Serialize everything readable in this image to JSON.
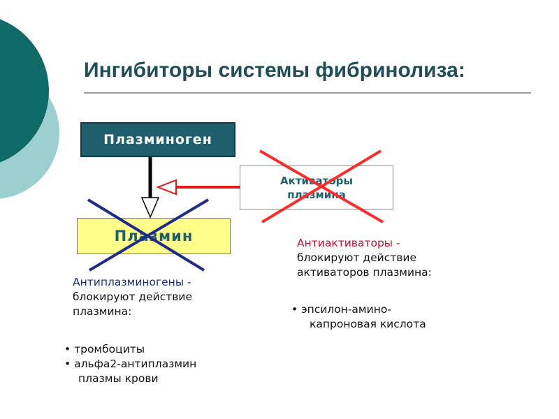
{
  "slide": {
    "title": "Ингибиторы системы фибринолиза:",
    "colors": {
      "teal_dark": "#1f5f6d",
      "teal_light": "#9ccfd0",
      "yellow": "#ffff8a",
      "red_cross": "#ff2a2a",
      "blue_cross": "#1e2a8c",
      "red_arrow": "#e01a1a"
    }
  },
  "diagram": {
    "plasminogen_label": "Плазминоген",
    "activators_line1": "Активаторы",
    "activators_line2": "плазмина",
    "plasmin_label": "Плазмин"
  },
  "antiplasminogens": {
    "head": "Антиплазминогены -",
    "line2": "блокируют действие",
    "line3": "плазмина:",
    "bullets": [
      {
        "line1": "тромбоциты"
      },
      {
        "line1": "альфа2-антиплазмин",
        "line2": "плазмы крови"
      }
    ]
  },
  "antiactivators": {
    "head": "Антиактиваторы -",
    "line2": "блокируют действие",
    "line3": "активаторов плазмина:",
    "bullets": [
      {
        "line1": "эпсилон-амино-",
        "line2": "капроновая кислота"
      }
    ]
  }
}
